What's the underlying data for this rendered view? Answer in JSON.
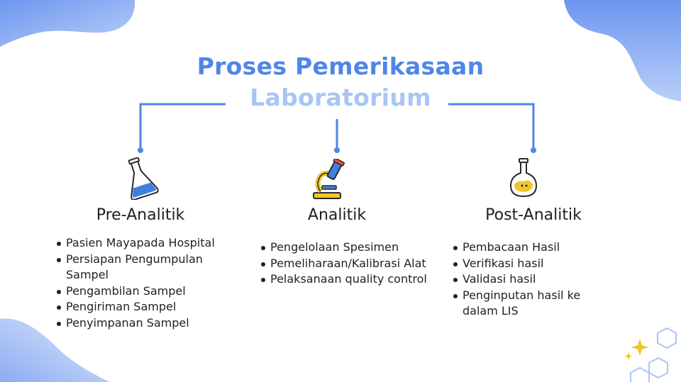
{
  "title": {
    "line1": "Proses Pemerikasaan",
    "line2": "Laboratorium"
  },
  "colors": {
    "title_primary": "#4f86e8",
    "title_secondary": "#a9c5f5",
    "connector": "#4f86e8",
    "blob": "#8eb0f3"
  },
  "columns": [
    {
      "title": "Pre-Analitik",
      "icon": "flask-icon",
      "items": [
        "Pasien Mayapada Hospital",
        "Persiapan Pengumpulan Sampel",
        "Pengambilan Sampel",
        "Pengiriman Sampel",
        "Penyimpanan Sampel"
      ]
    },
    {
      "title": "Analitik",
      "icon": "microscope-icon",
      "items": [
        "Pengelolaan Spesimen",
        "Pemeliharaan/Kalibrasi Alat",
        "Pelaksanaan quality control"
      ]
    },
    {
      "title": "Post-Analitik",
      "icon": "round-flask-icon",
      "items": [
        "Pembacaan Hasil",
        "Verifikasi hasil",
        "Validasi hasil",
        "Penginputan hasil ke dalam LIS"
      ]
    }
  ]
}
